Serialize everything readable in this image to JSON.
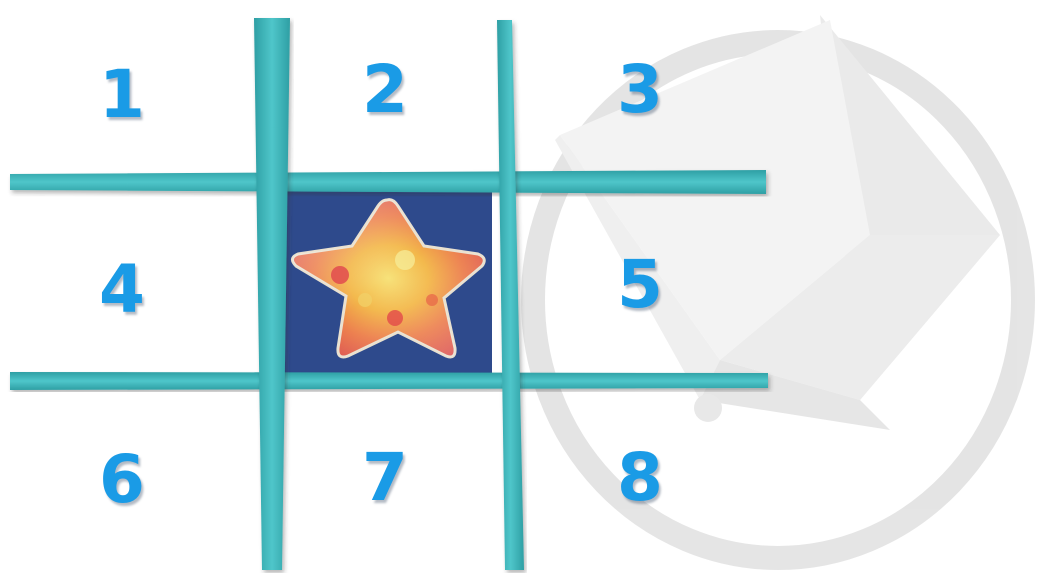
{
  "cells": [
    {
      "id": "1",
      "label": "1"
    },
    {
      "id": "2",
      "label": "2"
    },
    {
      "id": "3",
      "label": "3"
    },
    {
      "id": "4",
      "label": "4"
    },
    {
      "id": "5",
      "label": "5"
    },
    {
      "id": "6",
      "label": "6"
    },
    {
      "id": "7",
      "label": "7"
    },
    {
      "id": "8",
      "label": "8"
    }
  ],
  "center_item": "star",
  "colors": {
    "grid_bar": "#3fb8bc",
    "grid_bar_dark": "#2a9aa0",
    "center_background": "#2e4a8c",
    "number_text": "#1a9be6",
    "watermark": "#dddddd"
  },
  "icons": {
    "center": "star-icon",
    "watermark": "compass-logo-icon"
  }
}
